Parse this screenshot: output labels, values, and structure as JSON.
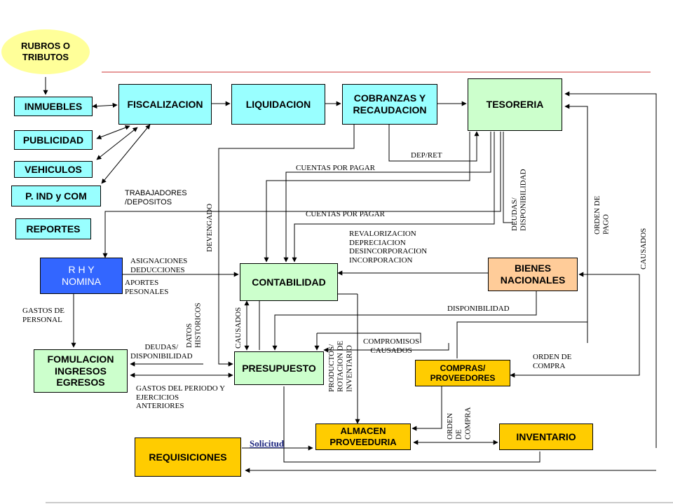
{
  "colors": {
    "cyan": "#99ffff",
    "mint": "#ccffcc",
    "orange": "#ffcc00",
    "peach": "#ffcc99",
    "blue": "#3366ff",
    "yellow": "#ffff99",
    "accent_line": "#cc3333"
  },
  "nodes": {
    "rubros": "RUBROS O\nTRIBUTOS",
    "inmuebles": "INMUEBLES",
    "publicidad": "PUBLICIDAD",
    "vehiculos": "VEHICULOS",
    "pind": "P. IND y  COM",
    "reportes": "REPORTES",
    "fiscalizacion": "FISCALIZACION",
    "liquidacion": "LIQUIDACION",
    "cobranzas": "COBRANZAS Y\nRECAUDACION",
    "tesoreria": "TESORERIA",
    "rh": "R H  Y\nNOMINA",
    "contabilidad": "CONTABILIDAD",
    "bienes": "BIENES\nNACIONALES",
    "formulacion": "FOMULACION\nINGRESOS\nEGRESOS",
    "presupuesto": "PRESUPUESTO",
    "compras": "COMPRAS/\nPROVEEDORES",
    "almacen": "ALMACEN\nPROVEEDURIA",
    "inventario": "INVENTARIO",
    "requisiciones": "REQUISICIONES"
  },
  "labels": {
    "dep_ret": "DEP/RET",
    "cuentas1": "CUENTAS POR PAGAR",
    "cuentas2": "CUENTAS POR PAGAR",
    "trabajadores": "TRABAJADORES\n/DEPOSITOS",
    "devengado": "DEVENGADO",
    "deudas_disp_v": "DEUDAS/\nDISPONIBILIDAD",
    "orden_pago": "ORDEN DE\nPAGO",
    "causados_r": "CAUSADOS",
    "revalorizacion": "REVALORIZACION\nDEPRECIACION\nDESINCORPORACION\nINCORPORACION",
    "asignaciones": "ASIGNACIONES\nDEDUCCIONES",
    "aportes": "APORTES\nPESONALES",
    "gastos_personal": "GASTOS DE\nPERSONAL",
    "datos_hist": "DATOS\nHISTORICOS",
    "causados_m": "CAUSADOS",
    "disponibilidad": "DISPONIBILIDAD",
    "productos": "PRODUCTOS/\nROTACION DE\nINVENTARIO",
    "compromisos": "COMPROMISOS\nCAUSADOS",
    "deudas_disp_h": "DEUDAS/\nDISPONIBILIDAD",
    "orden_compra_h": "ORDEN DE\nCOMPRA",
    "gastos_periodo": "GASTOS DEL PERIODO Y\nEJERCICIOS\nANTERIORES",
    "orden_compra_v": "ORDEN\nDE\nCOMPRA",
    "solicitud": "Solicitud"
  }
}
